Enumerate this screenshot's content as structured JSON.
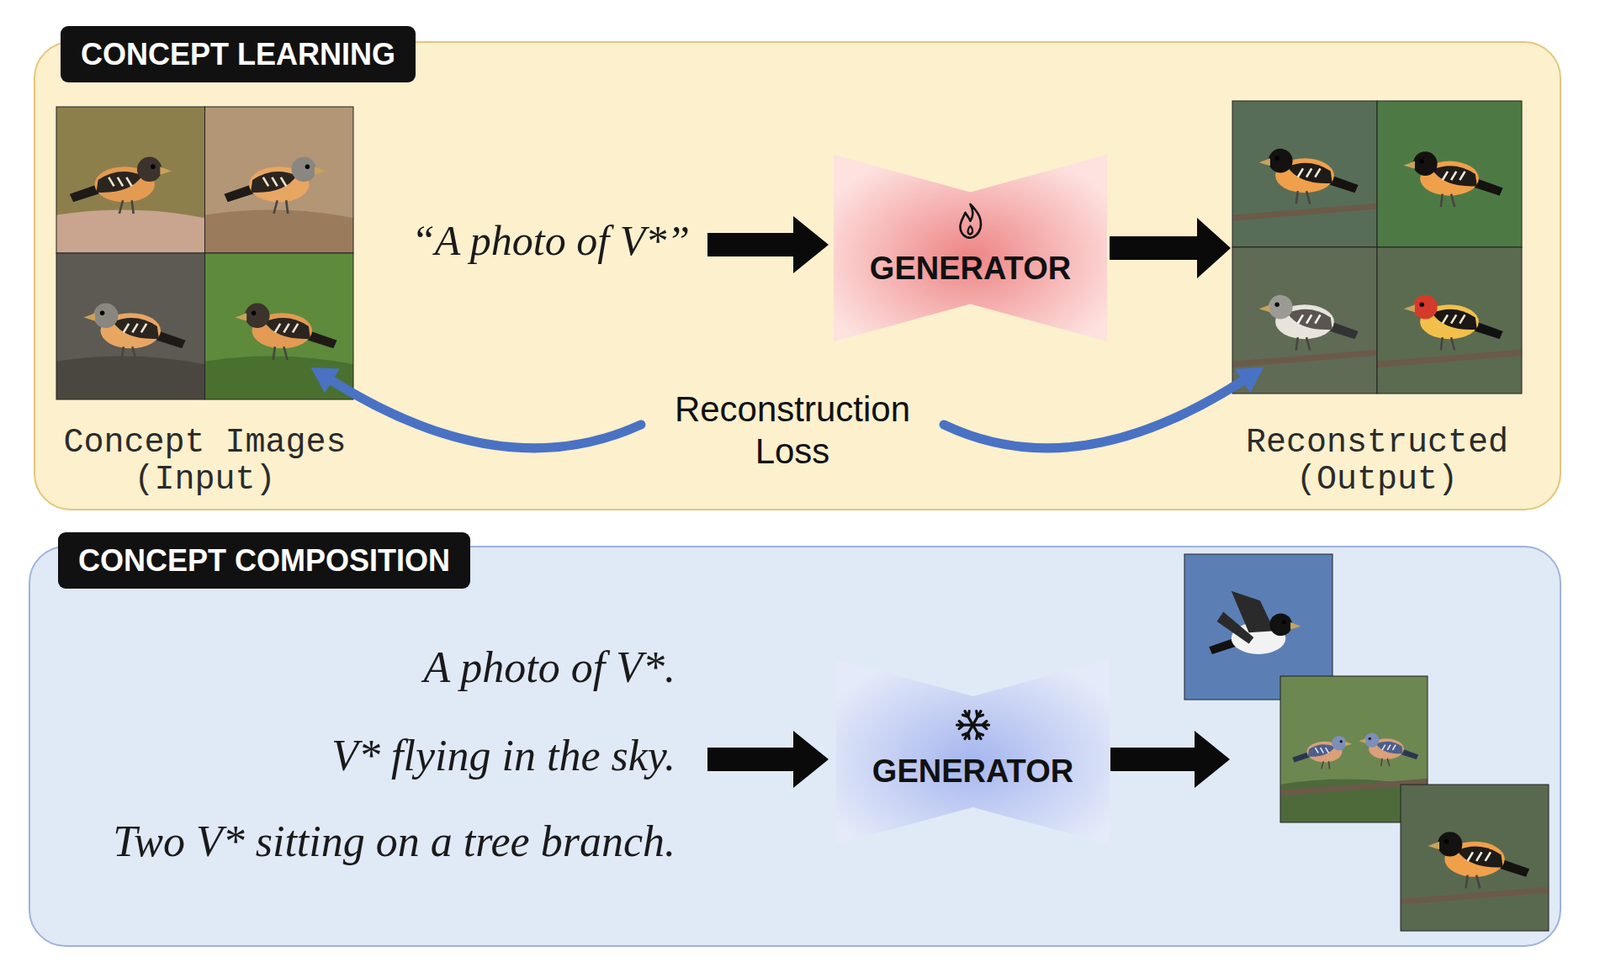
{
  "diagram": {
    "nodes": [
      {
        "text": [
          "CONCEPT LEARNING"
        ]
      },
      {
        "text": [
          "Concept Images (Input)"
        ],
        "in": 0
      },
      {
        "text": [
          "GENERATOR"
        ],
        "in": 0
      },
      {
        "text": [
          "Reconstructed (Output)"
        ],
        "in": 0
      },
      {
        "text": [
          "CONCEPT COMPOSITION"
        ]
      },
      {
        "text": [
          "GENERATOR"
        ],
        "in": 4
      }
    ],
    "edges": [
      {
        "from": 2,
        "to": 3,
        "arrow": "to"
      }
    ],
    "labels": [
      "“A photo of V*”",
      "Reconstruction Loss",
      "A photo of V*.",
      "V* flying in the sky.",
      "Two V* sitting on a tree branch."
    ]
  }
}
